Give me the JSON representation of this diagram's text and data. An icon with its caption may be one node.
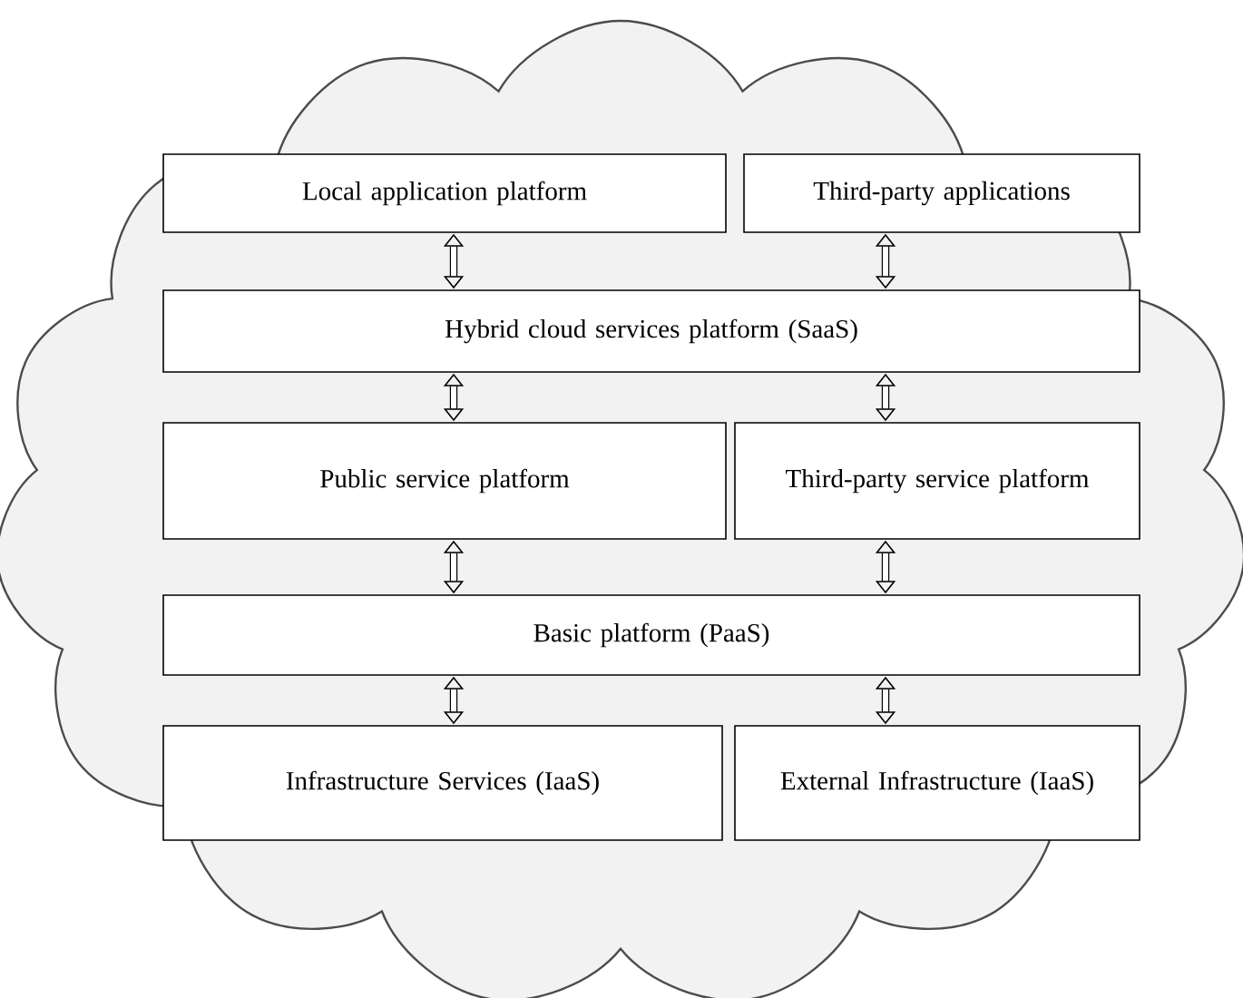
{
  "diagram": {
    "nodes": [
      {
        "text": [],
        "shape": "cloud"
      },
      {
        "text": [
          "Local application platform"
        ],
        "in": 0
      },
      {
        "text": [
          "Third-party applications"
        ],
        "in": 0
      },
      {
        "text": [
          "Hybrid cloud services platform (SaaS)"
        ],
        "in": 0
      },
      {
        "text": [
          "Public service platform"
        ],
        "in": 0
      },
      {
        "text": [
          "Third-party service platform"
        ],
        "in": 0
      },
      {
        "text": [
          "Basic platform (PaaS)"
        ],
        "in": 0
      },
      {
        "text": [
          "Infrastructure Services (IaaS)"
        ],
        "in": 0
      },
      {
        "text": [
          "External Infrastructure (IaaS)"
        ],
        "in": 0
      }
    ],
    "edges": [
      {
        "from": 1,
        "to": 3,
        "arrow": "both"
      },
      {
        "from": 2,
        "to": 3,
        "arrow": "both"
      },
      {
        "from": 3,
        "to": 4,
        "arrow": "both"
      },
      {
        "from": 3,
        "to": 5,
        "arrow": "both"
      },
      {
        "from": 4,
        "to": 6,
        "arrow": "both"
      },
      {
        "from": 5,
        "to": 6,
        "arrow": "both"
      },
      {
        "from": 6,
        "to": 7,
        "arrow": "both"
      },
      {
        "from": 6,
        "to": 8,
        "arrow": "both"
      }
    ]
  }
}
